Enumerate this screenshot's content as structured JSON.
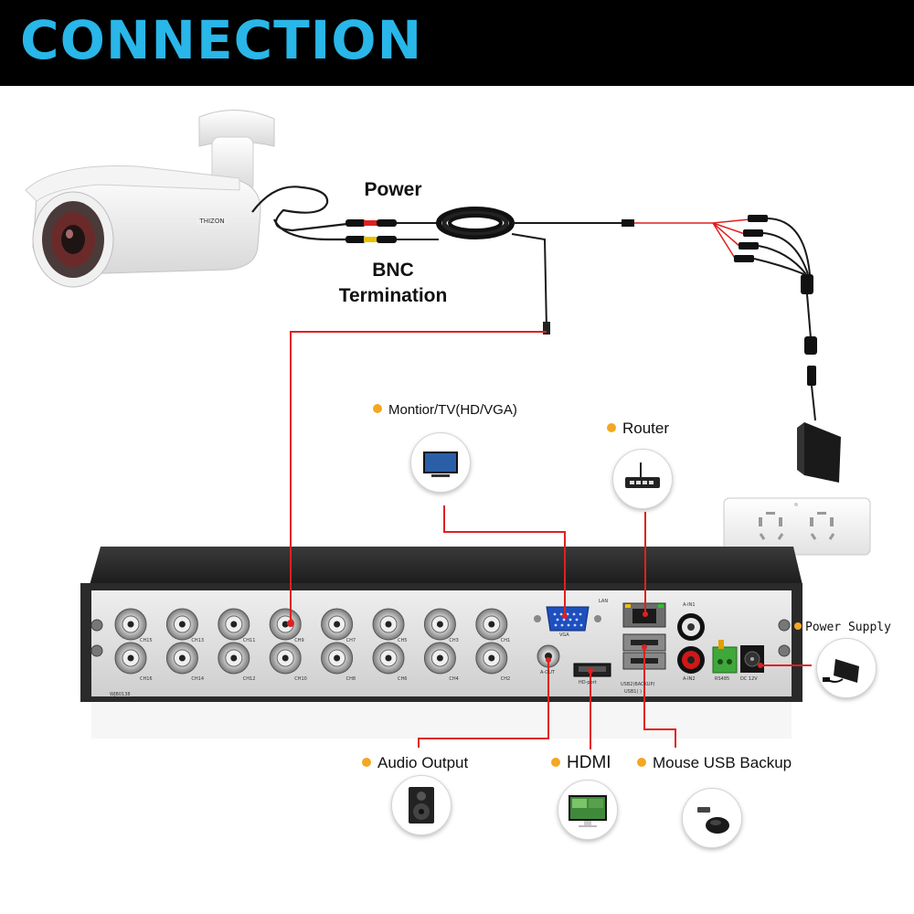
{
  "header": {
    "title": "CONNECTION"
  },
  "camera": {
    "brand": "THIZON"
  },
  "labels": {
    "power": "Power",
    "bnc_line1": "BNC",
    "bnc_line2": "Termination",
    "monitor": "Montior/TV(HD/VGA)",
    "router": "Router",
    "power_supply": "Power Supply",
    "audio_output": "Audio Output",
    "hdmi": "HDMI",
    "mouse_usb": "Mouse USB Backup"
  },
  "dvr": {
    "model": "WJB0138",
    "channels_top": [
      "CH15",
      "CH13",
      "CH11",
      "CH9",
      "CH7",
      "CH5",
      "CH3",
      "CH1"
    ],
    "channels_bottom": [
      "CH16",
      "CH14",
      "CH12",
      "CH10",
      "CH8",
      "CH6",
      "CH4",
      "CH2"
    ],
    "port_labels": {
      "lan": "LAN",
      "vga": "VGA",
      "hdmi_port": "HD-port",
      "a_out": "A-OUT",
      "a_in1": "A-IN1",
      "a_in2": "A-IN2",
      "usb2": "USB2(BACKUP)",
      "usb1": "USB1( )",
      "rs485": "RS485",
      "dc12v": "DC 12V"
    }
  },
  "colors": {
    "header_bg": "#000000",
    "title": "#29b6e8",
    "wire": "#e02020",
    "bullet": "#f5a623"
  },
  "icons": [
    "monitor-icon",
    "router-icon",
    "speaker-icon",
    "hdmi-monitor-icon",
    "mouse-icon",
    "power-adapter-icon"
  ]
}
